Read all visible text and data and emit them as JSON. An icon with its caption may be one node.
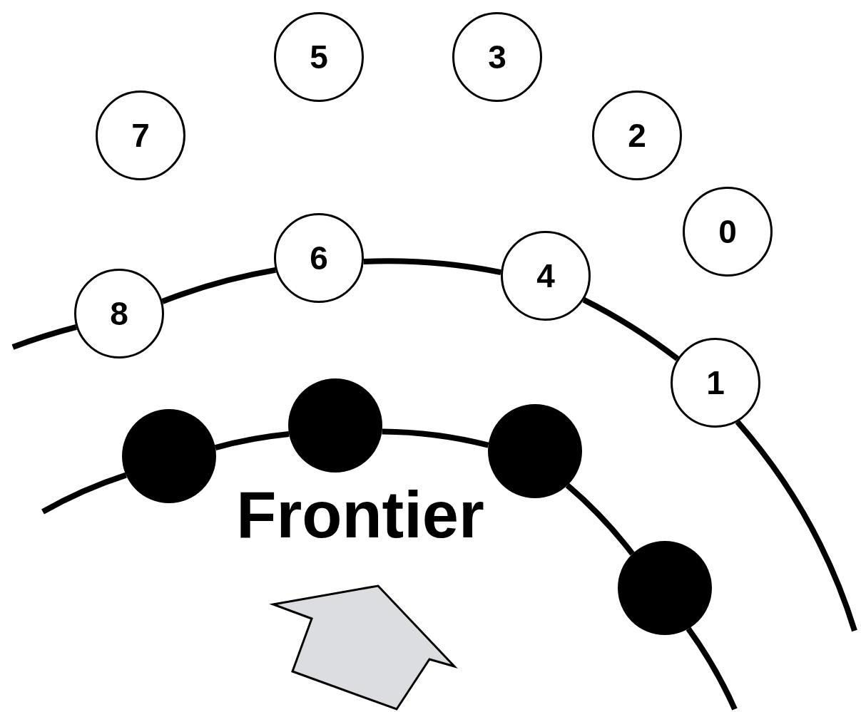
{
  "diagram": {
    "nodes": [
      {
        "text": [
          "5"
        ]
      },
      {
        "text": [
          "3"
        ]
      },
      {
        "text": [
          "7"
        ]
      },
      {
        "text": [
          "2"
        ]
      },
      {
        "text": [
          "0"
        ]
      },
      {
        "text": [
          "6"
        ]
      },
      {
        "text": [
          "4"
        ]
      },
      {
        "text": [
          "8"
        ]
      },
      {
        "text": [
          "1"
        ]
      },
      {
        "text": [],
        "shape": "circle"
      },
      {
        "text": [],
        "shape": "circle"
      },
      {
        "text": [],
        "shape": "circle"
      },
      {
        "text": [],
        "shape": "circle"
      }
    ],
    "edges": [
      {
        "from": null,
        "to": 7,
        "arrow": "none"
      },
      {
        "from": 7,
        "to": 5,
        "arrow": "none"
      },
      {
        "from": 5,
        "to": 6,
        "arrow": "none"
      },
      {
        "from": 6,
        "to": 8,
        "arrow": "none"
      },
      {
        "from": 8,
        "to": null,
        "arrow": "none"
      },
      {
        "from": null,
        "to": 9,
        "arrow": "none"
      },
      {
        "from": 9,
        "to": 10,
        "arrow": "none"
      },
      {
        "from": 10,
        "to": 11,
        "arrow": "none"
      },
      {
        "from": 11,
        "to": 12,
        "arrow": "none"
      },
      {
        "from": 12,
        "to": null,
        "arrow": "none"
      }
    ],
    "labels": [
      "Frontier"
    ]
  }
}
